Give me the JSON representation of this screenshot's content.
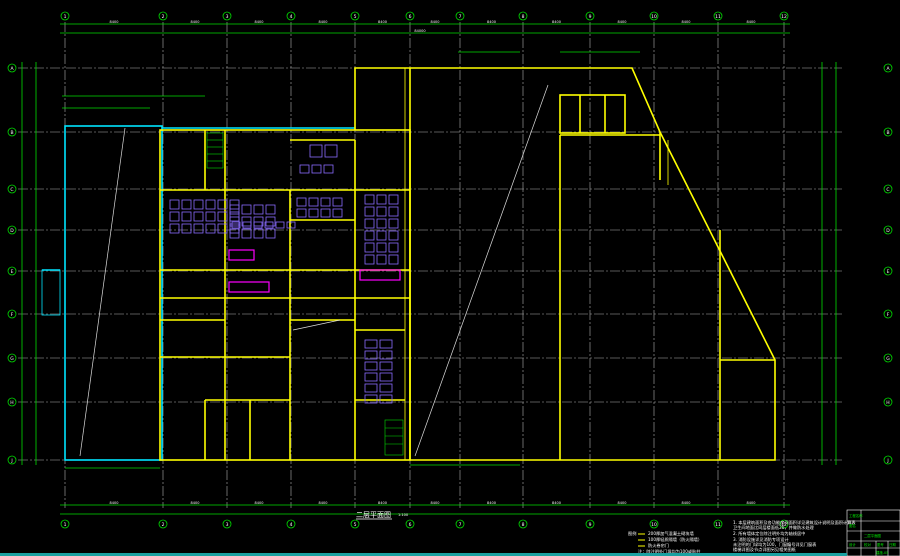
{
  "drawing": {
    "title": "二层平面图",
    "scale": "1:100",
    "grid_columns": [
      "1",
      "2",
      "3",
      "4",
      "5",
      "6",
      "7",
      "8",
      "9",
      "10",
      "11",
      "12"
    ],
    "grid_rows": [
      "A",
      "B",
      "C",
      "D",
      "E",
      "F",
      "G",
      "H",
      "J"
    ],
    "dimension_total": "84000",
    "dimension_bay": "8400",
    "legend": {
      "label": "图例",
      "items": [
        "200厚加气混凝土砌块墙",
        "100厚轻质隔墙（防火隔墙）",
        "防火卷帘门",
        "注：除注明外门垛均为100或贴柱"
      ]
    },
    "notes": [
      "1. 本层建筑面积及各功能房间面积详见建筑设计说明及面积计算表",
      "   卫生间地面比同层楼面低20，并做防水处理",
      "2. 所有墙体定位除注明外均为轴线居中",
      "3. 消防设施详见消防专项设计",
      "   未注明的门垛均为100，门窗编号详见门窗表",
      "   楼梯详图及节点详图另见相关图纸"
    ],
    "title_block": {
      "project_label": "工程名称",
      "drawing_label": "图名",
      "drawing_name": "二层平面图",
      "design_label": "设计",
      "check_label": "校对",
      "drawing_no_label": "图号",
      "drawing_no": "建施-05",
      "date_label": "日期"
    },
    "colors": {
      "background": "#000000",
      "wall": "#ffff00",
      "dimension": "#00dd00",
      "axis": "#b0b0b0",
      "curtain": "#00e5ff",
      "furniture": "#8a6cff",
      "toilet": "#ff00ff"
    }
  }
}
